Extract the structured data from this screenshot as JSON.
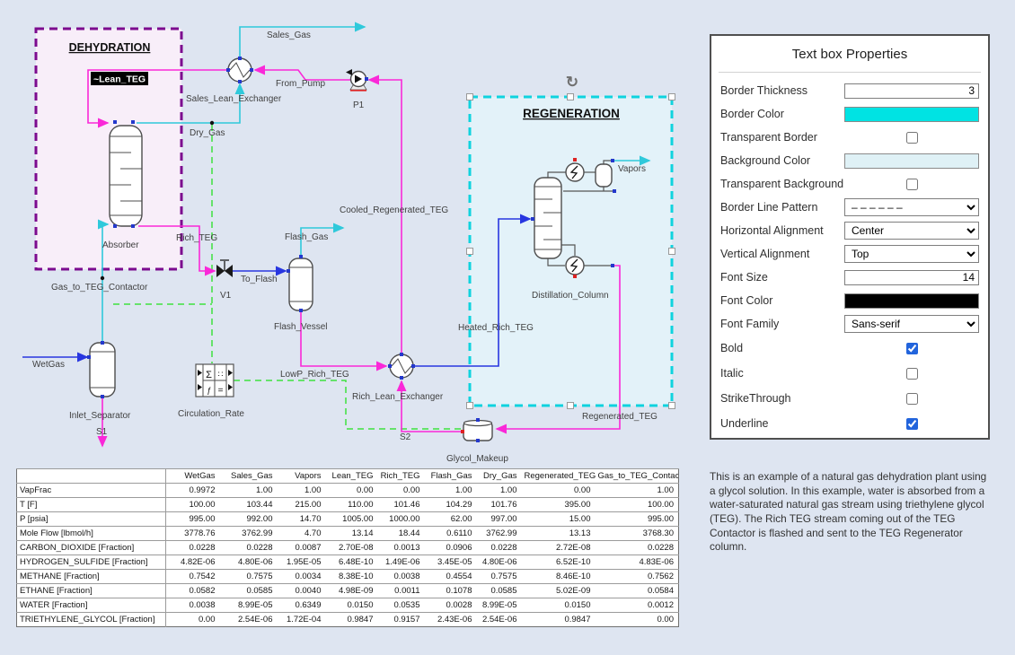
{
  "flowsheet": {
    "dehydration_title": "DEHYDRATION",
    "regeneration_title": "REGENERATION",
    "labels": {
      "lean_teg": "~Lean_TEG",
      "sales_gas": "Sales_Gas",
      "from_pump": "From_Pump",
      "p1": "P1",
      "sales_lean_exchanger": "Sales_Lean_Exchanger",
      "dry_gas": "Dry_Gas",
      "absorber": "Absorber",
      "rich_teg": "Rich_TEG",
      "gas_to_teg_contactor": "Gas_to_TEG_Contactor",
      "v1": "V1",
      "to_flash": "To_Flash",
      "flash_gas": "Flash_Gas",
      "flash_vessel": "Flash_Vessel",
      "cooled_regenerated_teg": "Cooled_Regenerated_TEG",
      "wetgas": "WetGas",
      "inlet_separator": "Inlet_Separator",
      "s1": "S1",
      "circulation_rate": "Circulation_Rate",
      "lowp_rich_teg": "LowP_Rich_TEG",
      "rich_lean_exchanger": "Rich_Lean_Exchanger",
      "heated_rich_teg": "Heated_Rich_TEG",
      "vapors": "Vapors",
      "distillation_column": "Distillation_Column",
      "regenerated_teg": "Regenerated_TEG",
      "s2": "S2",
      "glycol_makeup": "Glycol_Makeup"
    },
    "icons": {
      "rotate": "↻",
      "sum": "Σ",
      "proportion": "∷",
      "function": "ƒ",
      "equals": "="
    },
    "colors": {
      "gas_stream": "#2fc9db",
      "teg_stream": "#fa28d8",
      "liquid_stream": "#2836e0",
      "signal_line": "#3fe23f",
      "dehydration_border": "#7c0b8f",
      "dehydration_fill": "#f8eef9",
      "regeneration_border": "#0fd3de",
      "regeneration_fill": "#e3f2f9"
    }
  },
  "properties_panel": {
    "title": "Text box Properties",
    "fields": [
      {
        "label": "Border Thickness",
        "type": "input",
        "value": "3"
      },
      {
        "label": "Border Color",
        "type": "swatch",
        "color": "#00e3e3"
      },
      {
        "label": "Transparent Border",
        "type": "checkbox",
        "checked": false
      },
      {
        "label": "Background Color",
        "type": "swatch",
        "color": "#dff1f6"
      },
      {
        "label": "Transparent Background",
        "type": "checkbox",
        "checked": false
      },
      {
        "label": "Border Line Pattern",
        "type": "select",
        "value": "– – – – – –"
      },
      {
        "label": "Horizontal Alignment",
        "type": "select",
        "value": "Center"
      },
      {
        "label": "Vertical Alignment",
        "type": "select",
        "value": "Top"
      },
      {
        "label": "Font Size",
        "type": "input",
        "value": "14"
      },
      {
        "label": "Font Color",
        "type": "swatch",
        "color": "#000000"
      },
      {
        "label": "Font Family",
        "type": "select",
        "value": "Sans-serif"
      },
      {
        "label": "Bold",
        "type": "checkbox",
        "checked": true
      },
      {
        "label": "Italic",
        "type": "checkbox",
        "checked": false
      },
      {
        "label": "StrikeThrough",
        "type": "checkbox",
        "checked": false
      },
      {
        "label": "Underline",
        "type": "checkbox",
        "checked": true
      }
    ]
  },
  "table": {
    "columns": [
      "",
      "WetGas",
      "Sales_Gas",
      "Vapors",
      "Lean_TEG",
      "Rich_TEG",
      "Flash_Gas",
      "Dry_Gas",
      "Regenerated_TEG",
      "Gas_to_TEG_Contactor"
    ],
    "rows": [
      {
        "label": "VapFrac",
        "values": [
          "0.9972",
          "1.00",
          "1.00",
          "0.00",
          "0.00",
          "1.00",
          "1.00",
          "0.00",
          "1.00"
        ]
      },
      {
        "label": "T [F]",
        "values": [
          "100.00",
          "103.44",
          "215.00",
          "110.00",
          "101.46",
          "104.29",
          "101.76",
          "395.00",
          "100.00"
        ]
      },
      {
        "label": "P [psia]",
        "values": [
          "995.00",
          "992.00",
          "14.70",
          "1005.00",
          "1000.00",
          "62.00",
          "997.00",
          "15.00",
          "995.00"
        ]
      },
      {
        "label": "Mole Flow [lbmol/h]",
        "values": [
          "3778.76",
          "3762.99",
          "4.70",
          "13.14",
          "18.44",
          "0.6110",
          "3762.99",
          "13.13",
          "3768.30"
        ]
      },
      {
        "label": "CARBON_DIOXIDE [Fraction]",
        "values": [
          "0.0228",
          "0.0228",
          "0.0087",
          "2.70E-08",
          "0.0013",
          "0.0906",
          "0.0228",
          "2.72E-08",
          "0.0228"
        ]
      },
      {
        "label": "HYDROGEN_SULFIDE [Fraction]",
        "values": [
          "4.82E-06",
          "4.80E-06",
          "1.95E-05",
          "6.48E-10",
          "1.49E-06",
          "3.45E-05",
          "4.80E-06",
          "6.52E-10",
          "4.83E-06"
        ]
      },
      {
        "label": "METHANE [Fraction]",
        "values": [
          "0.7542",
          "0.7575",
          "0.0034",
          "8.38E-10",
          "0.0038",
          "0.4554",
          "0.7575",
          "8.46E-10",
          "0.7562"
        ]
      },
      {
        "label": "ETHANE [Fraction]",
        "values": [
          "0.0582",
          "0.0585",
          "0.0040",
          "4.98E-09",
          "0.0011",
          "0.1078",
          "0.0585",
          "5.02E-09",
          "0.0584"
        ]
      },
      {
        "label": "WATER [Fraction]",
        "values": [
          "0.0038",
          "8.99E-05",
          "0.6349",
          "0.0150",
          "0.0535",
          "0.0028",
          "8.99E-05",
          "0.0150",
          "0.0012"
        ]
      },
      {
        "label": "TRIETHYLENE_GLYCOL [Fraction]",
        "values": [
          "0.00",
          "2.54E-06",
          "1.72E-04",
          "0.9847",
          "0.9157",
          "2.43E-06",
          "2.54E-06",
          "0.9847",
          "0.00"
        ]
      }
    ]
  },
  "description": {
    "text": "This is an example of a natural gas dehydration plant using a glycol solution. In this example, water is absorbed from a water-saturated natural gas stream using triethylene glycol (TEG).  The Rich TEG stream coming out of the TEG Contactor is flashed and sent to the TEG Regenerator column."
  }
}
